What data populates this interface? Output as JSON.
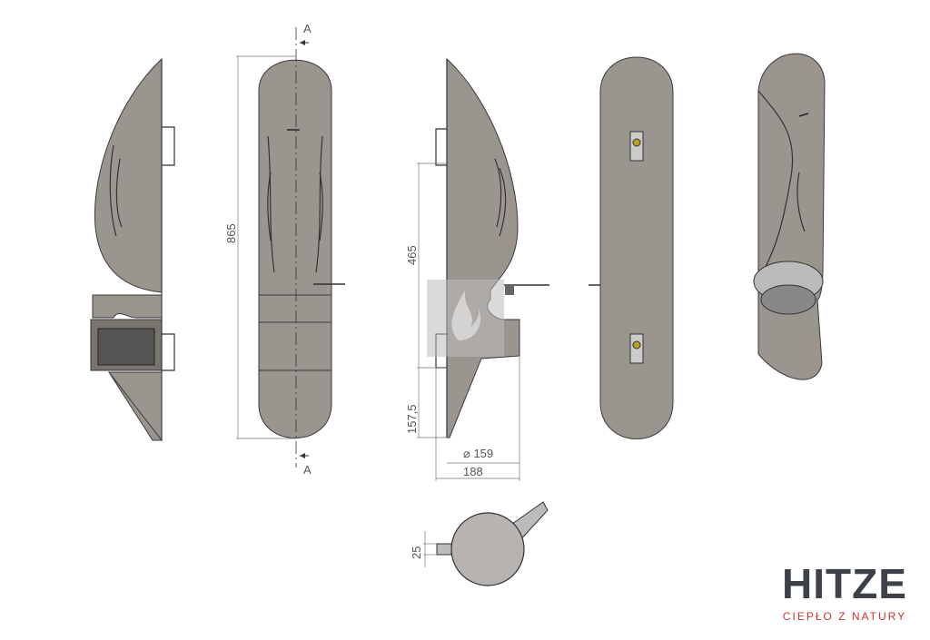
{
  "drawing": {
    "section_label_top": "A",
    "section_label_bottom": "A",
    "dim_height_total": "865",
    "dim_height_upper": "465",
    "dim_height_lower": "157,5",
    "dim_diameter": "⌀ 159",
    "dim_depth": "188",
    "dim_pipe": "25"
  },
  "logo": {
    "name": "HITZE",
    "tagline": "CIEPŁO Z NATURY",
    "brand_color": "#3d4248",
    "accent_color": "#d2342b"
  }
}
